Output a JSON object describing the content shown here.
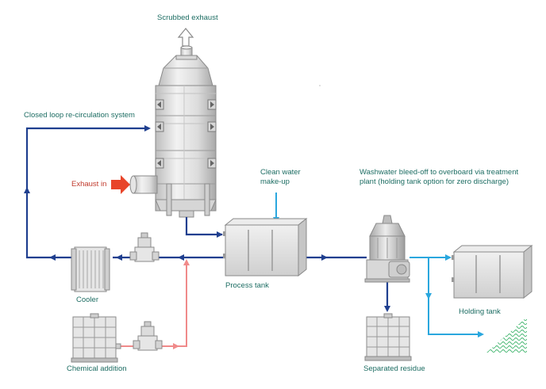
{
  "labels": {
    "scrubbed_exhaust": "Scrubbed exhaust",
    "closed_loop": "Closed loop re-circulation system",
    "exhaust_in": "Exhaust in",
    "clean_water_1": "Clean water",
    "clean_water_2": "make-up",
    "washwater_1": "Washwater bleed-off to overboard via treatment",
    "washwater_2": "plant (holding tank option for zero discharge)",
    "cooler": "Cooler",
    "process_tank": "Process tank",
    "holding_tank": "Holding tank",
    "chemical_addition": "Chemical addition",
    "separated_residue": "Separated residue"
  },
  "colors": {
    "navy_line": "#1f3f8f",
    "cyan_line": "#2aa7de",
    "pink_line": "#f08a8a",
    "exhaust_arrow": "#e8452a",
    "equipment_fill": "#e2e2e2",
    "equipment_stroke": "#8a8a8a",
    "label_text": "#1d6d63",
    "discharge_wave": "#3cb36a"
  },
  "icons": {
    "scrubber": "scrubber-tower-icon",
    "cooler": "heat-exchanger-icon",
    "pump": "pump-icon",
    "separator": "centrifugal-separator-icon",
    "tote": "ibc-tote-icon",
    "overboard": "overboard-discharge-icon"
  }
}
